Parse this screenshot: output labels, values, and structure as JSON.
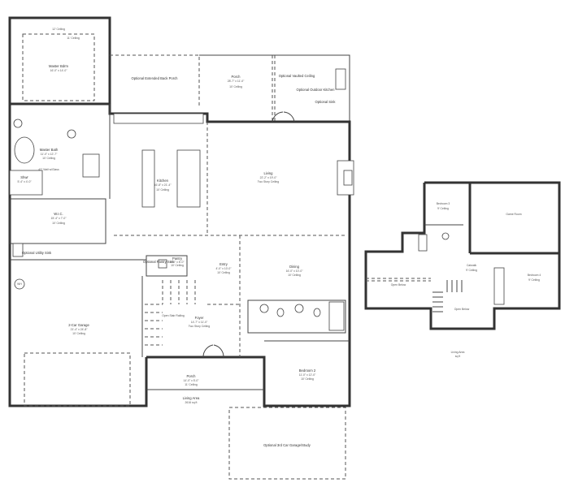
{
  "first_floor": {
    "rooms": [
      {
        "name": "Master Bdrm",
        "dims": "16'-0\" x 14'-0\"",
        "ceiling": "11' Ceiling",
        "ceiling2": "12' Ceiling"
      },
      {
        "name": "Optional Extended Back Porch"
      },
      {
        "name": "Porch",
        "dims": "28'-7\" x 11'-0\"",
        "ceiling": "10' Ceiling"
      },
      {
        "name": "Optional Vaulted Ceiling"
      },
      {
        "name": "Optional Outdoor Kitchen"
      },
      {
        "name": "Optional Sink"
      },
      {
        "name": "Master Bath",
        "dims": "11'-0\" x 12'-7\"",
        "ceiling": "10' Ceiling"
      },
      {
        "name": "Shwr",
        "dims": "5'-4\" x 4'-0\""
      },
      {
        "name": "42\" Wall w/Glass"
      },
      {
        "name": "Kitchen",
        "dims": "16'-8\" x 21'-4\"",
        "ceiling": "10' Ceiling"
      },
      {
        "name": "Living",
        "dims": "22'-2\" x 19'-0\"",
        "ceiling": "Two Story Ceiling"
      },
      {
        "name": "W.I.C.",
        "dims": "15'-4\" x 7'-0\"",
        "ceiling": "10' Ceiling"
      },
      {
        "name": "Optional Utility Sink"
      },
      {
        "name": "Optional Pantry Sink"
      },
      {
        "name": "Pantry",
        "dims": "6'-0\" x 8'-0\"",
        "ceiling": "10' Ceiling"
      },
      {
        "name": "Entry",
        "dims": "4'-0\" x 10'-0\"",
        "ceiling": "10' Ceiling"
      },
      {
        "name": "Dining",
        "dims": "16'-0\" x 10'-0\"",
        "ceiling": "10' Ceiling"
      },
      {
        "name": "2-Car Garage",
        "dims": "21'-4\" x 24'-8\"",
        "ceiling": "10' Ceiling"
      },
      {
        "name": "Open Stair Railing"
      },
      {
        "name": "Foyer",
        "dims": "14'-7\" x 11'-0\"",
        "ceiling": "Two Story Ceiling"
      },
      {
        "name": "Bedroom 2",
        "dims": "11'-0\" x 12'-0\"",
        "ceiling": "10' Ceiling"
      },
      {
        "name": "Porch",
        "dims": "14'-0\" x 5'-0\"",
        "ceiling": "11' Ceiling"
      },
      {
        "name": "Optional 3rd Car Garage/Study"
      }
    ],
    "living_area": {
      "label": "Living Area",
      "value": "2616 sq ft"
    },
    "wh_label": "WH"
  },
  "second_floor": {
    "rooms": [
      {
        "name": "Bedroom 3",
        "ceiling": "9' Ceiling"
      },
      {
        "name": "Game Room"
      },
      {
        "name": "Catwalk",
        "ceiling": "9' Ceiling"
      },
      {
        "name": "Bedroom 4",
        "ceiling": "9' Ceiling"
      },
      {
        "name": "Open Below"
      },
      {
        "name": "Open Below"
      }
    ],
    "living_area": {
      "label": "Living Area",
      "value": "sq ft"
    }
  }
}
